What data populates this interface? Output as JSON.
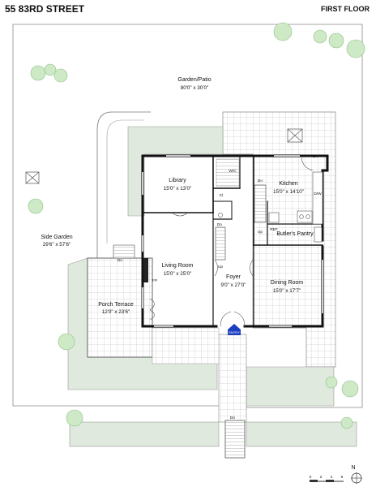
{
  "header": {
    "address": "55 83RD STREET",
    "floor": "FIRST FLOOR"
  },
  "rooms": {
    "garden_patio": {
      "name": "Garden/Patio",
      "dims": "80'0\" x 30'0\""
    },
    "side_garden": {
      "name": "Side Garden",
      "dims": "29'6\" x 57'6\""
    },
    "library": {
      "name": "Library",
      "dims": "15'0\" x 13'0\""
    },
    "kitchen": {
      "name": "Kitchen",
      "dims": "15'0\" x 14'10\""
    },
    "butlers_pantry": {
      "name": "Butler's Pantry"
    },
    "living_room": {
      "name": "Living Room",
      "dims": "15'0\" x 25'0\""
    },
    "foyer": {
      "name": "Foyer",
      "dims": "9'0\" x 27'0\""
    },
    "dining_room": {
      "name": "Dining Room",
      "dims": "15'0\" x 17'7\""
    },
    "porch_terrace": {
      "name": "Porch Terrace",
      "dims": "12'0\" x 23'6\""
    }
  },
  "labels": {
    "wic": "W/C",
    "cl": "Cl",
    "dn": "Dn",
    "up": "Up",
    "fp": "FP",
    "entry": "ENTRY",
    "dw": "D/W",
    "ref": "REF"
  },
  "compass": {
    "north": "N"
  },
  "scale": {
    "ticks": [
      "0",
      "2",
      "4",
      "6"
    ]
  },
  "colors": {
    "lawn": "#dfe9dd",
    "tree": "#cde9c6",
    "grid_line": "#b5b5b5",
    "wall": "#111111",
    "entry_arrow": "#1b3fbf"
  }
}
